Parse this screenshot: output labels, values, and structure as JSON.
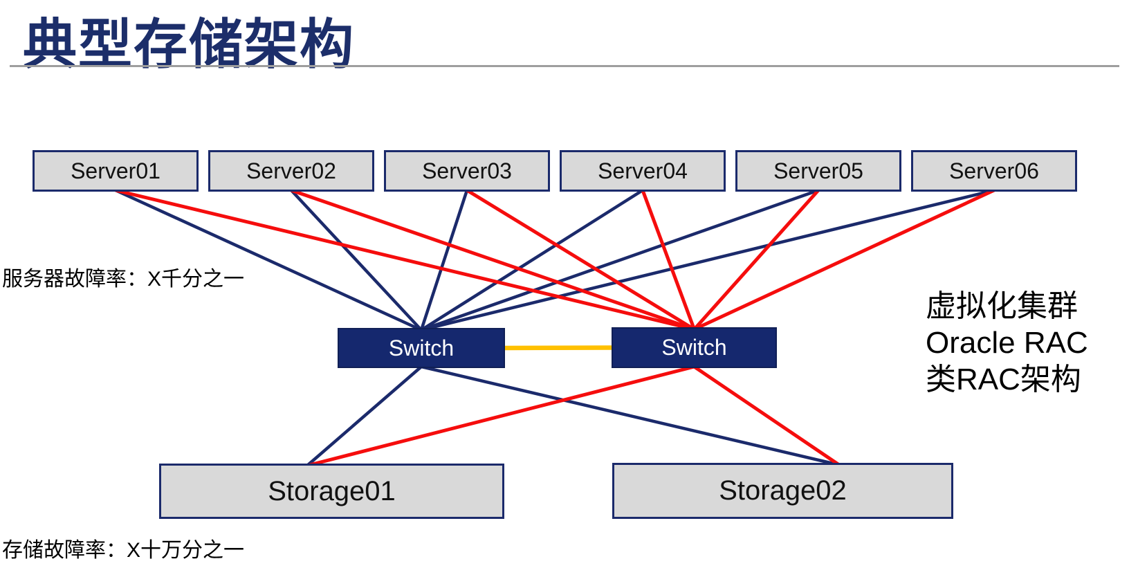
{
  "title": "典型存储架构",
  "nodes": {
    "servers": [
      {
        "id": "server01",
        "label": "Server01"
      },
      {
        "id": "server02",
        "label": "Server02"
      },
      {
        "id": "server03",
        "label": "Server03"
      },
      {
        "id": "server04",
        "label": "Server04"
      },
      {
        "id": "server05",
        "label": "Server05"
      },
      {
        "id": "server06",
        "label": "Server06"
      }
    ],
    "switches": [
      {
        "id": "switch-left",
        "label": "Switch"
      },
      {
        "id": "switch-right",
        "label": "Switch"
      }
    ],
    "storages": [
      {
        "id": "storage01",
        "label": "Storage01"
      },
      {
        "id": "storage02",
        "label": "Storage02"
      }
    ]
  },
  "annotations": {
    "server_fault_rate": "服务器故障率：X千分之一",
    "storage_fault_rate": "存储故障率：X十万分之一",
    "right_note_lines": [
      "虚拟化集群",
      "Oracle RAC",
      "类RAC架构"
    ]
  },
  "colors": {
    "navy": "#1b2a6b",
    "red": "#f50d0d",
    "trunk_yellow": "#ffc000",
    "node_fill": "#d9d9d9",
    "switch_fill": "#15286e",
    "title_navy": "#1c2e6a"
  },
  "connections": [
    {
      "from": "server01",
      "to": "switch-left",
      "color": "navy"
    },
    {
      "from": "server02",
      "to": "switch-left",
      "color": "navy"
    },
    {
      "from": "server03",
      "to": "switch-left",
      "color": "navy"
    },
    {
      "from": "server04",
      "to": "switch-left",
      "color": "navy"
    },
    {
      "from": "server05",
      "to": "switch-left",
      "color": "navy"
    },
    {
      "from": "server06",
      "to": "switch-left",
      "color": "navy"
    },
    {
      "from": "server01",
      "to": "switch-right",
      "color": "red"
    },
    {
      "from": "server02",
      "to": "switch-right",
      "color": "red"
    },
    {
      "from": "server03",
      "to": "switch-right",
      "color": "red"
    },
    {
      "from": "server04",
      "to": "switch-right",
      "color": "red"
    },
    {
      "from": "server05",
      "to": "switch-right",
      "color": "red"
    },
    {
      "from": "server06",
      "to": "switch-right",
      "color": "red"
    },
    {
      "from": "switch-left",
      "to": "storage01",
      "color": "navy"
    },
    {
      "from": "switch-left",
      "to": "storage02",
      "color": "navy"
    },
    {
      "from": "switch-right",
      "to": "storage01",
      "color": "red"
    },
    {
      "from": "switch-right",
      "to": "storage02",
      "color": "red"
    },
    {
      "from": "switch-left",
      "to": "switch-right",
      "color": "trunk"
    }
  ]
}
